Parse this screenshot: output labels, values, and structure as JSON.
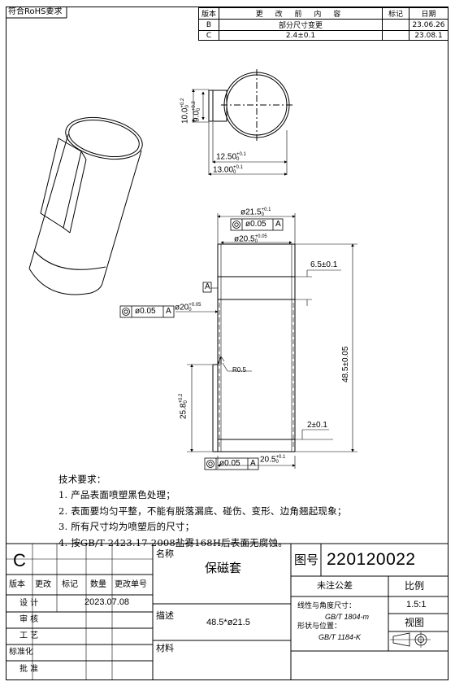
{
  "rohs": "符合RoHS要求",
  "revision": {
    "headers": [
      "版本",
      "更 改 前 内 容",
      "标记",
      "日期"
    ],
    "rows": [
      [
        "B",
        "部分尺寸变更",
        "",
        "23.06.26"
      ],
      [
        "C",
        "2.4±0.1",
        "",
        "23.08.1"
      ]
    ]
  },
  "dims": {
    "h10": "10.0",
    "h10_tol_top": "+0.2",
    "h10_tol_bot": "0",
    "h9": "9.0",
    "h9_tol_top": "+0.2",
    "h9_tol_bot": "0",
    "w125": "12.50",
    "w125_tol_top": "+0.1",
    "w125_tol_bot": "0",
    "w13": "13.00",
    "w13_tol_top": "+0.1",
    "w13_tol_bot": "0",
    "d215": "ø21.5",
    "d215_tol_top": "+0.1",
    "d215_tol_bot": "0",
    "d205": "ø20.5",
    "d205_tol_top": "+0.05",
    "d205_tol_bot": "0",
    "d20": "ø20",
    "d20_tol_top": "+0.05",
    "d20_tol_bot": "0",
    "d65": "6.5±0.1",
    "len": "48.5±0.05",
    "r05": "R0.5",
    "h258": "25.8",
    "h258_tol_top": "+0.2",
    "h258_tol_bot": "0",
    "d2": "2±0.1",
    "w205": "20.5",
    "w205_tol_top": "+0.1",
    "w205_tol_bot": "0",
    "gtol_val": "ø0.05",
    "gtol_ref": "A",
    "datum": "A"
  },
  "notes": {
    "title": "技术要求：",
    "items": [
      "1. 产品表面喷塑黑色处理；",
      "2. 表面要均匀平整，不能有脱落漏底、碰伤、变形、边角翘起现象；",
      "3. 所有尺寸均为喷塑后的尺寸；",
      "4. 按GB/T 2423.17-2008盐雾168H后表面无腐蚀。"
    ]
  },
  "title_block": {
    "rev_letter": "C",
    "name_label": "名称",
    "name_value": "保磁套",
    "dwg_label": "图号",
    "dwg_value": "220120022",
    "col_labels": [
      "版本",
      "更改",
      "标记",
      "数量",
      "更改单号"
    ],
    "design_label": "设 计",
    "design_date": "2023.07.08",
    "check_label": "审 核",
    "process_label": "工 艺",
    "std_label": "标准化",
    "approve_label": "批 准",
    "desc_label": "描述",
    "desc_value": "48.5*ø21.5",
    "material_label": "材料",
    "tol_header": "未注公差",
    "tol_line1": "线性与角度尺寸：",
    "tol_std1": "GB/T 1804-m",
    "tol_line2": "形状与位置：",
    "tol_std2": "GB/T 1184-K",
    "scale_label": "比例",
    "scale_value": "1.5:1",
    "view_label": "视图"
  }
}
